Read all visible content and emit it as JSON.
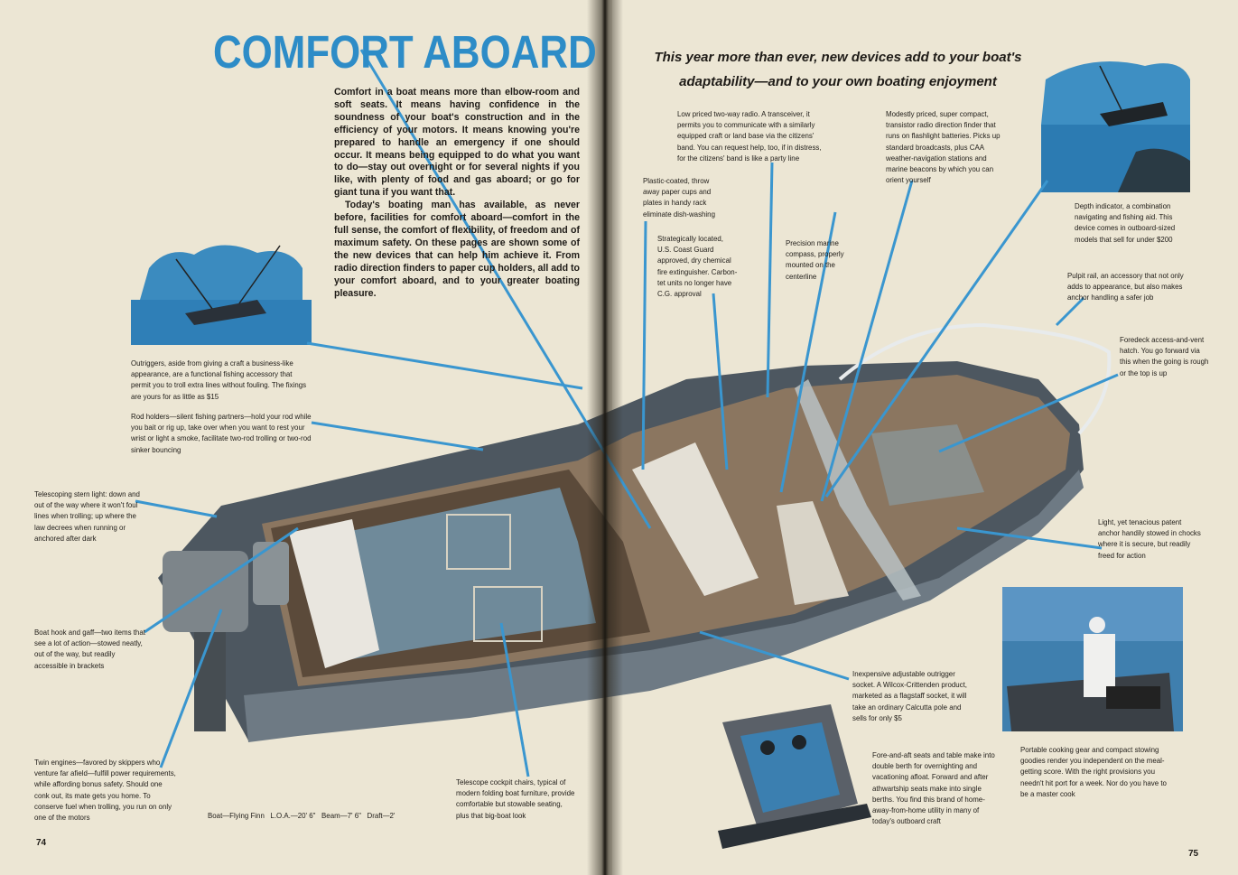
{
  "article": {
    "title": "COMFORT ABOARD",
    "subhead": "This year more than ever, new devices add to your boat's adaptability—and to your own boating enjoyment",
    "intro": [
      "Comfort in a boat means more than elbow-room and soft seats. It means having confidence in the soundness of your boat's construction and in the efficiency of your motors. It means knowing you're prepared to handle an emergency if one should occur. It means being equipped to do what you want to do—stay out overnight or for several nights if you like, with plenty of food and gas aboard; or go for giant tuna if you want that.",
      "Today's boating man has available, as never before, facilities for comfort aboard—comfort in the full sense, the comfort of flexibility, of freedom and of maximum safety. On these pages are shown some of the new devices that can help him achieve it. From radio direction finders to paper cup holders, all add to your comfort aboard, and to your greater boating pleasure."
    ]
  },
  "captions": {
    "outriggers": "Outriggers, aside from giving a craft a business-like appearance, are a functional fishing accessory that permit you to troll extra lines without fouling. The fixings are yours for as little as $15",
    "rod_holders": "Rod holders—silent fishing partners—hold your rod while you bait or rig up, take over when you want to rest your wrist or light a smoke, facilitate two-rod trolling or two-rod sinker bouncing",
    "stern_light": "Telescoping stern light: down and out of the way where it won't foul lines when trolling; up where the law decrees when running or anchored after dark",
    "boat_hook": "Boat hook and gaff—two items that see a lot of action—stowed neatly, out of the way, but readily accessible in brackets",
    "twin_engines": "Twin engines—favored by skippers who venture far afield—fulfill power requirements, while affording bonus safety. Should one conk out, its mate gets you home. To conserve fuel when trolling, you run on only one of the motors",
    "boat_specs": "Boat—Flying Finn   L.O.A.—20' 6\"   Beam—7' 6\"   Draft—2'",
    "telescope_chairs": "Telescope cockpit chairs, typical of modern folding boat furniture, provide comfortable but stowable seating, plus that big-boat look",
    "radio": "Low priced two-way radio. A transceiver, it permits you to communicate with a similarly equipped craft or land base via the citizens' band. You can request help, too, if in distress, for the citizens' band is like a party line",
    "direction_finder": "Modestly priced, super compact, transistor radio direction finder that runs on flashlight batteries. Picks up standard broadcasts, plus CAA weather-navigation stations and marine beacons by which you can orient yourself",
    "paper_cups": "Plastic-coated, throw away paper cups and plates in handy rack eliminate dish-washing",
    "extinguisher": "Strategically located, U.S. Coast Guard approved, dry chemical fire extinguisher. Carbon-tet units no longer have C.G. approval",
    "compass": "Precision marine compass, properly mounted on the centerline",
    "depth_indicator": "Depth indicator, a combination navigating and fishing aid. This device comes in outboard-sized models that sell for under $200",
    "pulpit_rail": "Pulpit rail, an accessory that not only adds to appearance, but also makes anchor handling a safer job",
    "foredeck_hatch": "Foredeck access-and-vent hatch. You go forward via this when the going is rough or the top is up",
    "anchor": "Light, yet tenacious patent anchor handily stowed in chocks where it is secure, but readily freed for action",
    "outrigger_socket": "Inexpensive adjustable outrigger socket. A Wilcox-Crittenden product, marketed as a flagstaff socket, it will take an ordinary Calcutta pole and sells for only $5",
    "seats_table": "Fore-and-aft seats and table make into double berth for overnighting and vacationing afloat. Forward and after athwartship seats make into single berths. You find this brand of home-away-from-home utility in many of today's outboard craft",
    "cooking_gear": "Portable cooking gear and compact stowing goodies render you independent on the meal-getting score. With the right provisions you needn't hit port for a week. Nor do you have to be a master cook"
  },
  "page_numbers": {
    "left": "74",
    "right": "75"
  },
  "colors": {
    "accent_blue": "#2d8cc7",
    "paper": "#ece6d4",
    "ink": "#1e1b17",
    "wood": "#5b4a3a",
    "hull": "#59636b"
  }
}
